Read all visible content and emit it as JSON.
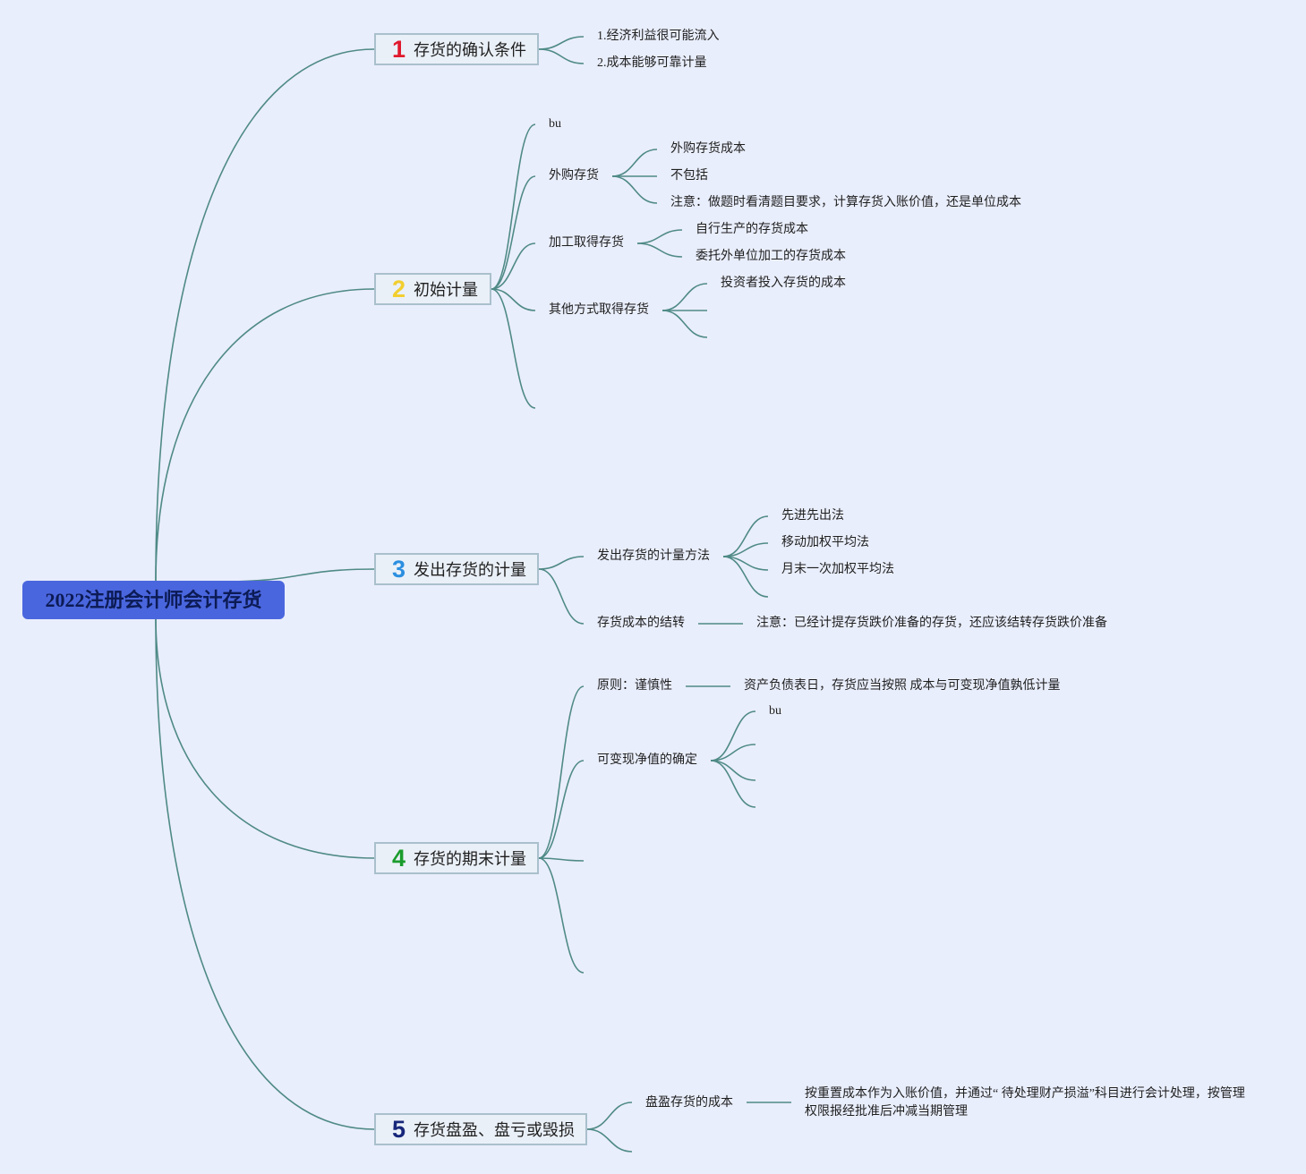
{
  "root": "2022注册会计师会计存货",
  "topics": [
    {
      "num": "1",
      "num_color": "#e0192d",
      "label": "存货的确认条件"
    },
    {
      "num": "2",
      "num_color": "#f2cf2f",
      "label": "初始计量"
    },
    {
      "num": "3",
      "num_color": "#2c8fe0",
      "label": "发出存货的计量"
    },
    {
      "num": "4",
      "num_color": "#1a9c2c",
      "label": "存货的期末计量"
    },
    {
      "num": "5",
      "num_color": "#16267a",
      "label": "存货盘盈、盘亏或毁损"
    }
  ],
  "t1": {
    "a": "1.经济利益很可能流入",
    "b": "2.成本能够可靠计量"
  },
  "t2": {
    "bu": "bu",
    "waigou": "外购存货",
    "waigou_1": "外购存货成本",
    "waigou_2": "不包括",
    "waigou_3": "注意：做题时看清题目要求，计算存货入账价值，还是单位成本",
    "jiagong": "加工取得存货",
    "jiagong_1": "自行生产的存货成本",
    "jiagong_2": "委托外单位加工的存货成本",
    "qita": "其他方式取得存货",
    "qita_1": "投资者投入存货的成本"
  },
  "t3": {
    "fangfa": "发出存货的计量方法",
    "fangfa_1": "先进先出法",
    "fangfa_2": "移动加权平均法",
    "fangfa_3": "月末一次加权平均法",
    "jiezhuan": "存货成本的结转",
    "jiezhuan_1": "注意：已经计提存货跌价准备的存货，还应该结转存货跌价准备"
  },
  "t4": {
    "yuanze": "原则：谨慎性",
    "yuanze_1": "资产负债表日，存货应当按照 成本与可变现净值孰低计量",
    "kebian": "可变现净值的确定",
    "kebian_1": "bu"
  },
  "t5": {
    "panying": "盘盈存货的成本",
    "panying_1": "按重置成本作为入账价值，并通过“ 待处理财产损溢”科目进行会计处理，按管理权限报经批准后冲减当期管理"
  },
  "colors": {
    "background": "#e9eefc",
    "edge": "#4f8a86",
    "root_fill": "#4a66de"
  }
}
